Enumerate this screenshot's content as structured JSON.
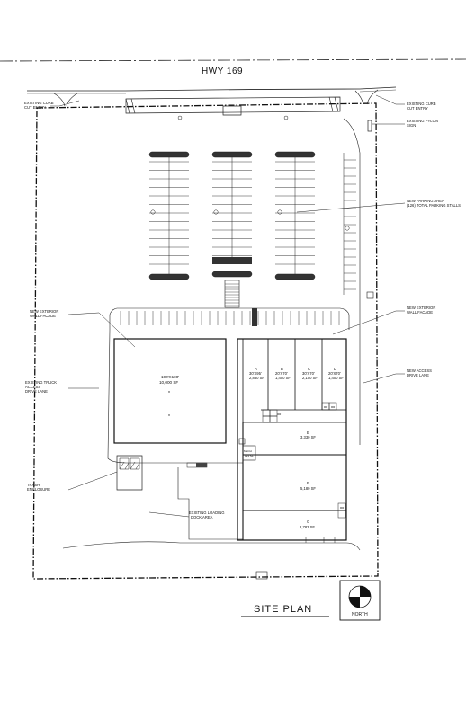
{
  "highway": "HWY 169",
  "notes": {
    "curb_left": [
      "EXISTING CURB",
      "CUT ENTRY"
    ],
    "curb_right": [
      "EXISTING CURB",
      "CUT ENTRY"
    ],
    "pylon": [
      "EXISTING PYLON",
      "SIGN"
    ],
    "parking": [
      "NEW PARKING AREA",
      "(126) TOTAL PARKING STALLS"
    ],
    "facade_left": [
      "NEW EXTERIOR",
      "WALL FACADE"
    ],
    "facade_right": [
      "NEW EXTERIOR",
      "WALL FACADE"
    ],
    "truck_access": [
      "EXISTING TRUCK",
      "ACCESS",
      "DRIVE LANE"
    ],
    "access_lane": [
      "NEW ACCESS",
      "DRIVE LANE"
    ],
    "trash": [
      "TRASH",
      "ENCLOSURE"
    ],
    "loading": [
      "EXISTING LOADING",
      "DOCK AREA"
    ]
  },
  "spaces": {
    "big": {
      "dims": "100'X100'",
      "area": "10,000 SF"
    },
    "A": {
      "label": "A",
      "dims": "30'X95'",
      "area": "2,850 SF"
    },
    "B": {
      "label": "B",
      "dims": "20'X70'",
      "area": "1,400 SF"
    },
    "C": {
      "label": "C",
      "dims": "30'X70'",
      "area": "2,100 SF"
    },
    "D": {
      "label": "D",
      "dims": "20'X70'",
      "area": "1,400 SF"
    },
    "E": {
      "label": "E",
      "area": "3,330 SF"
    },
    "F": {
      "label": "F",
      "area": "5,180 SF"
    },
    "G": {
      "label": "G",
      "area": "2,783 SF"
    },
    "mech": {
      "label": "MECH",
      "area": "191 SF"
    }
  },
  "title": "SITE PLAN",
  "north": "NORTH"
}
